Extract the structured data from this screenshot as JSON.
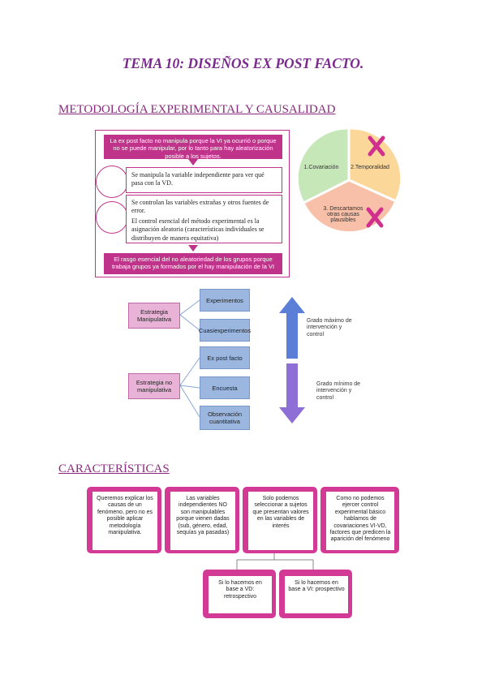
{
  "title": "TEMA 10: DISEÑOS EX POST FACTO.",
  "sections": {
    "s1": "METODOLOGÍA EXPERIMENTAL Y CAUSALIDAD",
    "s2": "CARACTERÍSTICAS"
  },
  "fig1": {
    "top_text": "La ex post facto no manipula porque la VI ya ocurrió o porque no se puede manipular, por lo tanto para hay aleatorización posible a los sujetos.",
    "box1": "Se manipula la variable independiente para ver qué pasa con la VD.",
    "box2_a": "Se controlan las variables extrañas y otros fuentes de error.",
    "box2_b": "El control esencial del método experimental es la asignación aleatoria (características individuales se distribuyen de manera equitativa)",
    "bottom_text": "El rasgo esencial del no aleatoriedad de los grupos porque trabaja grupos ya formados por el hay manipulación de la VI"
  },
  "cycle": {
    "c1": "1.Covariación",
    "c2": "2.Temporalidad",
    "c3": "3. Descartamos otras causas plausibles"
  },
  "fig2": {
    "pink1": "Estrategia Manipulativa",
    "pink2": "Estrategia no manipulativa",
    "blue": [
      "Experimentos",
      "Cuasiexperimentos",
      "Ex post facto",
      "Encuesta",
      "Observación cuantitativa"
    ],
    "up_note": "Grado máximo de intervención y control",
    "down_note": "Grado mínimo de intervención y control"
  },
  "fig3": {
    "c1": "Queremos explicar los causas de un fenómeno, pero no es posible aplicar metodología manipulativa.",
    "c2": "Las variables independientes NO son manipulables porque vienen dadas (sub, género, edad, sequías ya pasadas)",
    "c3": "Solo podemos seleccionar a sujetos que presentan valores en las variables de interés",
    "c4": "Como no podemos ejercer control experimental básico hablamos de covariaciones VI-VD, factores que predicen la aparición del fenómeno",
    "c5": "Si lo hacemos en base a VD: retrospectivo",
    "c6": "Si lo hacemos en base a VI: prospectivo"
  },
  "colors": {
    "magenta": "#c0338a",
    "title": "#7a2a8c",
    "pink": "#e9b3d8",
    "blue": "#9bb7e0",
    "arrow": "#5b7fd6",
    "violet": "#8e6fd6"
  }
}
